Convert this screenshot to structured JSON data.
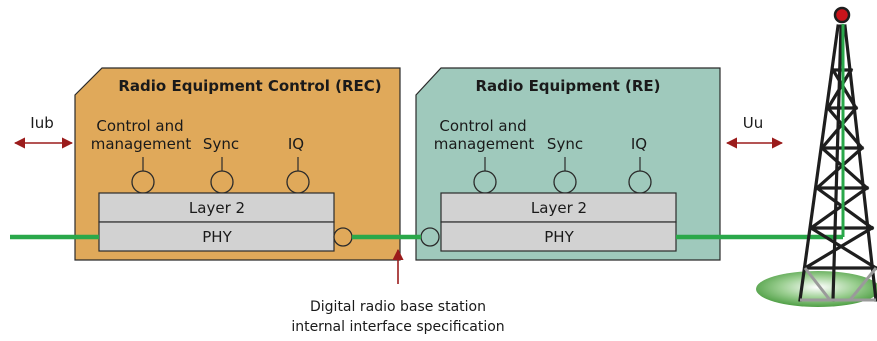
{
  "rec": {
    "title": "Radio Equipment Control (REC)",
    "control_line1": "Control and",
    "control_line2": "management",
    "sync": "Sync",
    "iq": "IQ",
    "layer2": "Layer 2",
    "phy": "PHY"
  },
  "re": {
    "title": "Radio Equipment (RE)",
    "control_line1": "Control and",
    "control_line2": "management",
    "sync": "Sync",
    "iq": "IQ",
    "layer2": "Layer 2",
    "phy": "PHY"
  },
  "interfaces": {
    "iub": "Iub",
    "uu": "Uu"
  },
  "caption": {
    "line1": "Digital radio base station",
    "line2": "internal interface specification"
  },
  "colors": {
    "rec_fill": "#e0a95a",
    "re_fill": "#9fc9bc",
    "link_green": "#2aa84a",
    "arrow_red": "#9b1c1c",
    "layer_gray": "#d2d2d2",
    "ground_green": "#5aa84f"
  }
}
